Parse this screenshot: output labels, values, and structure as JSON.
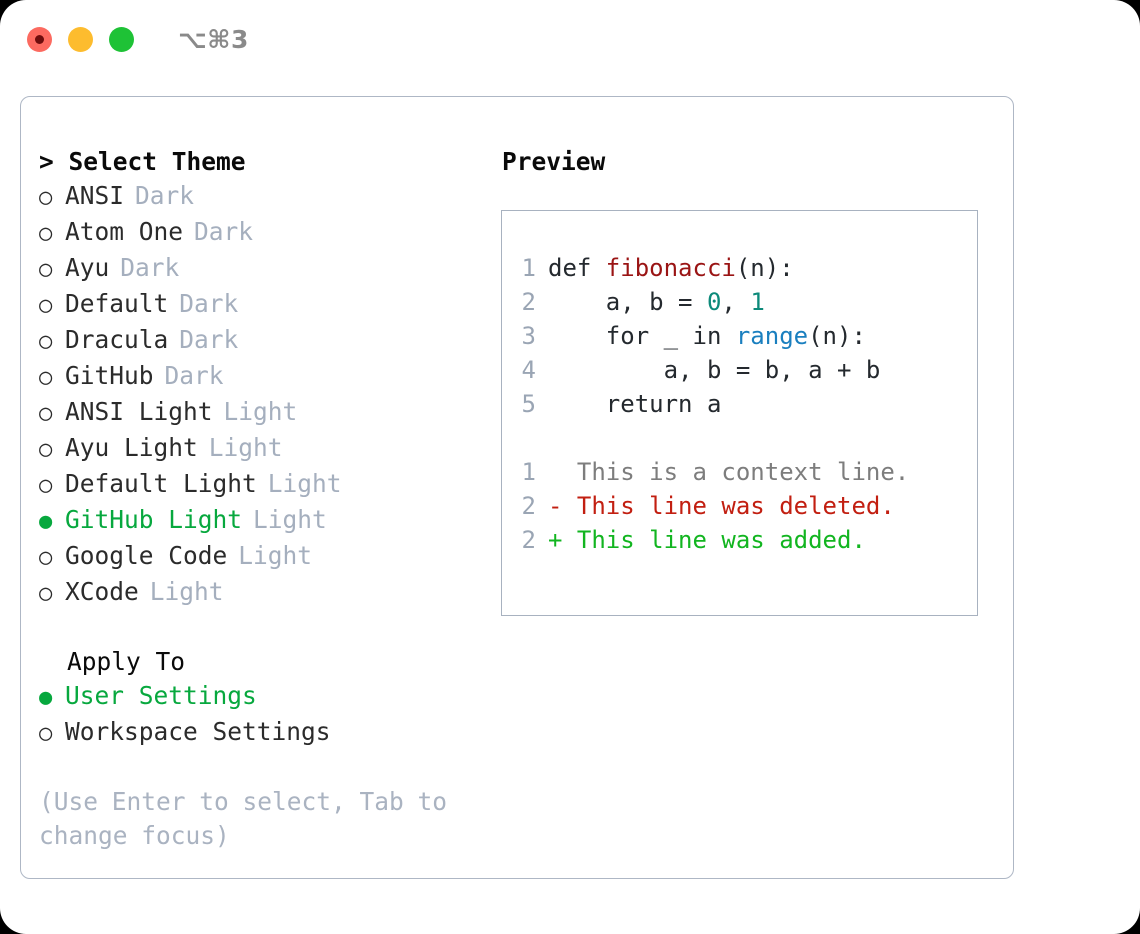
{
  "titlebar": {
    "shortcut": "⌥⌘3",
    "buttons": {
      "close": "close",
      "minimize": "minimize",
      "maximize": "maximize"
    }
  },
  "theme_list": {
    "header": "> Select Theme",
    "items": [
      {
        "bullet": "○",
        "label": "ANSI",
        "tag": "Dark",
        "selected": false
      },
      {
        "bullet": "○",
        "label": "Atom One",
        "tag": "Dark",
        "selected": false
      },
      {
        "bullet": "○",
        "label": "Ayu",
        "tag": "Dark",
        "selected": false
      },
      {
        "bullet": "○",
        "label": "Default",
        "tag": "Dark",
        "selected": false
      },
      {
        "bullet": "○",
        "label": "Dracula",
        "tag": "Dark",
        "selected": false
      },
      {
        "bullet": "○",
        "label": "GitHub",
        "tag": "Dark",
        "selected": false
      },
      {
        "bullet": "○",
        "label": "ANSI Light",
        "tag": "Light",
        "selected": false
      },
      {
        "bullet": "○",
        "label": "Ayu Light",
        "tag": "Light",
        "selected": false
      },
      {
        "bullet": "○",
        "label": "Default Light",
        "tag": "Light",
        "selected": false
      },
      {
        "bullet": "●",
        "label": "GitHub Light",
        "tag": "Light",
        "selected": true
      },
      {
        "bullet": "○",
        "label": "Google Code",
        "tag": "Light",
        "selected": false
      },
      {
        "bullet": "○",
        "label": "XCode",
        "tag": "Light",
        "selected": false
      }
    ]
  },
  "apply_to": {
    "title": "Apply To",
    "items": [
      {
        "bullet": "●",
        "label": "User Settings",
        "selected": true
      },
      {
        "bullet": "○",
        "label": "Workspace Settings",
        "selected": false
      }
    ]
  },
  "hint": "(Use Enter to select, Tab to change focus)",
  "preview": {
    "header": "Preview",
    "code_lines": [
      {
        "no": "1",
        "parts": [
          {
            "t": "def ",
            "c": "plain"
          },
          {
            "t": "fibonacci",
            "c": "fn"
          },
          {
            "t": "(n):",
            "c": "plain"
          }
        ]
      },
      {
        "no": "2",
        "parts": [
          {
            "t": "    a, b = ",
            "c": "plain"
          },
          {
            "t": "0",
            "c": "num"
          },
          {
            "t": ", ",
            "c": "plain"
          },
          {
            "t": "1",
            "c": "num"
          }
        ]
      },
      {
        "no": "3",
        "parts": [
          {
            "t": "    for _ in ",
            "c": "plain"
          },
          {
            "t": "range",
            "c": "kw"
          },
          {
            "t": "(n):",
            "c": "plain"
          }
        ]
      },
      {
        "no": "4",
        "parts": [
          {
            "t": "        a, b = b, a + b",
            "c": "plain"
          }
        ]
      },
      {
        "no": "5",
        "parts": [
          {
            "t": "    return a",
            "c": "plain"
          }
        ]
      }
    ],
    "diff_lines": [
      {
        "no": "1",
        "marker": " ",
        "text": "This is a context line.",
        "kind": "ctx"
      },
      {
        "no": "2",
        "marker": "-",
        "text": "This line was deleted.",
        "kind": "del"
      },
      {
        "no": "2",
        "marker": "+",
        "text": "This line was added.",
        "kind": "add"
      }
    ]
  },
  "colors": {
    "selected_green": "#07a83e",
    "muted": "#a5afbe",
    "border": "#aeb7c5",
    "diff_add": "#12b520",
    "diff_del": "#c21f11",
    "syntax_fn": "#9a1414",
    "syntax_num": "#0d8a7a",
    "syntax_kw": "#1a7fbf"
  }
}
